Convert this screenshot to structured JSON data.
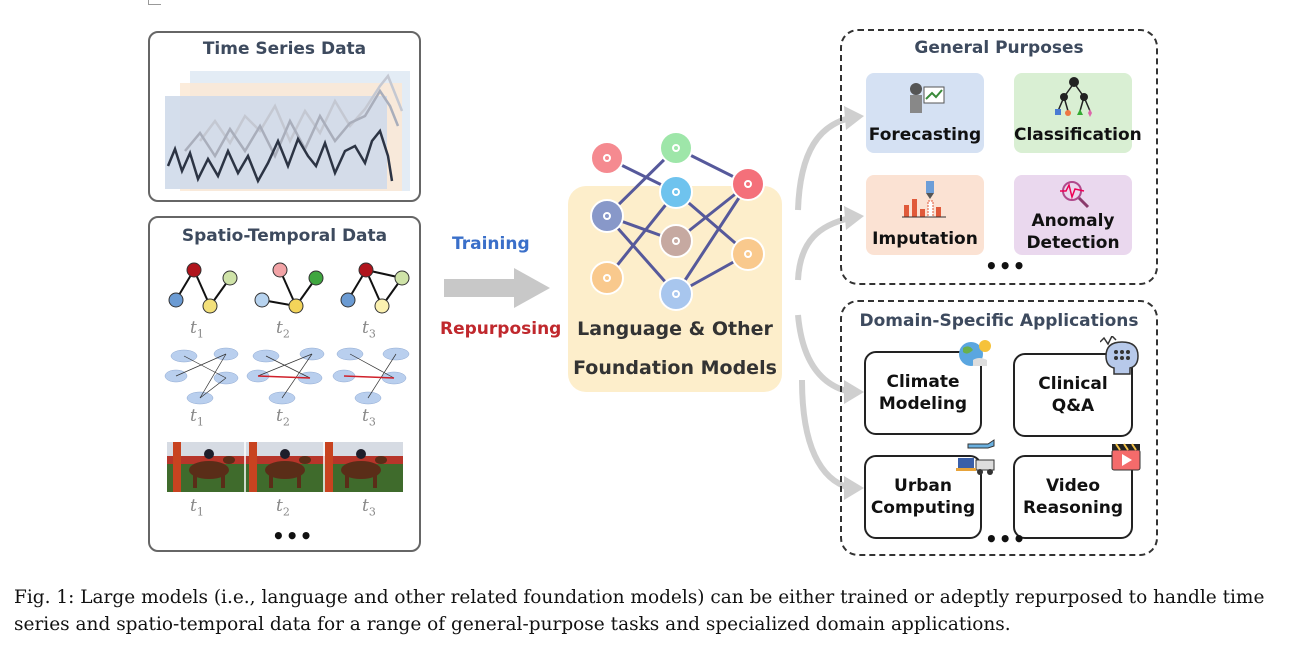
{
  "time_series_panel": {
    "title": "Time Series Data"
  },
  "spatio_temporal_panel": {
    "title": "Spatio-Temporal Data",
    "time_labels": [
      "t",
      "1",
      "t",
      "2",
      "t",
      "3"
    ],
    "ellipsis": "•••"
  },
  "arrows": {
    "training_label": "Training",
    "repurposing_label": "Repurposing"
  },
  "model": {
    "line1": "Language & Other",
    "line2": "Foundation Models"
  },
  "general_purposes": {
    "title": "General Purposes",
    "tasks": [
      "Forecasting",
      "Classification",
      "Imputation",
      "Anomaly",
      "Detection"
    ],
    "ellipsis": "•••"
  },
  "domain_specific": {
    "title": "Domain-Specific Applications",
    "apps": [
      {
        "line1": "Climate",
        "line2": "Modeling"
      },
      {
        "line1": "Clinical",
        "line2": "Q&A"
      },
      {
        "line1": "Urban",
        "line2": "Computing"
      },
      {
        "line1": "Video",
        "line2": "Reasoning"
      }
    ],
    "ellipsis": "•••"
  },
  "colors": {
    "training": "#3a6fc9",
    "repurposing": "#c0282d",
    "model_bg": "#fdeecb"
  },
  "caption": "Fig. 1: Large models (i.e., language and other related foundation models) can be either trained or adeptly repurposed to handle time series and spatio-temporal data for a range of general-purpose tasks and specialized domain applications."
}
